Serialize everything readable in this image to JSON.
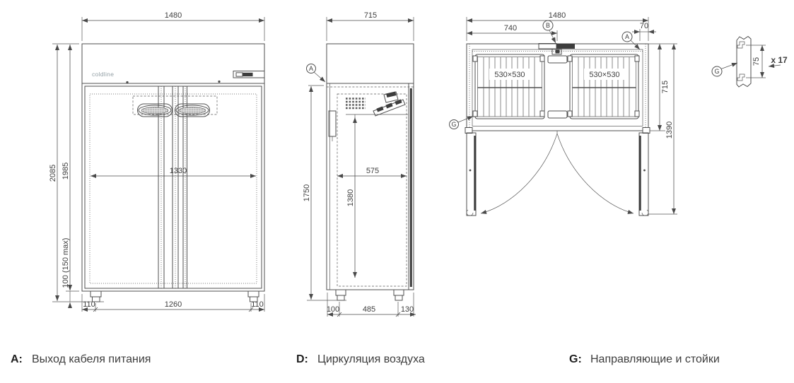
{
  "brand": "coldline",
  "front": {
    "width": "1480",
    "height_total": "2085",
    "height_body": "1985",
    "door_span": "1330",
    "legs": "100 (150 max)",
    "bottom_left": "110",
    "bottom_center": "1260",
    "bottom_right": "110"
  },
  "side": {
    "depth": "715",
    "height": "1750",
    "inner_depth": "575",
    "inner_height": "1380",
    "bottom_left": "100",
    "bottom_center": "485",
    "bottom_right": "130",
    "balloon_a": "A"
  },
  "top": {
    "width": "1480",
    "left_span": "740",
    "right_offset": "70",
    "depth": "715",
    "depth_open": "1390",
    "shelf_left": "530×530",
    "shelf_right": "530×530",
    "balloon_a": "A",
    "balloon_b": "B",
    "balloon_g": "G"
  },
  "detail": {
    "pitch": "75",
    "count": "x 17",
    "balloon_g": "G"
  },
  "legend": [
    {
      "key": "A:",
      "label": "Выход кабеля питания"
    },
    {
      "key": "D:",
      "label": "Циркуляция воздуха"
    },
    {
      "key": "G:",
      "label": "Направляющие и стойки"
    }
  ]
}
